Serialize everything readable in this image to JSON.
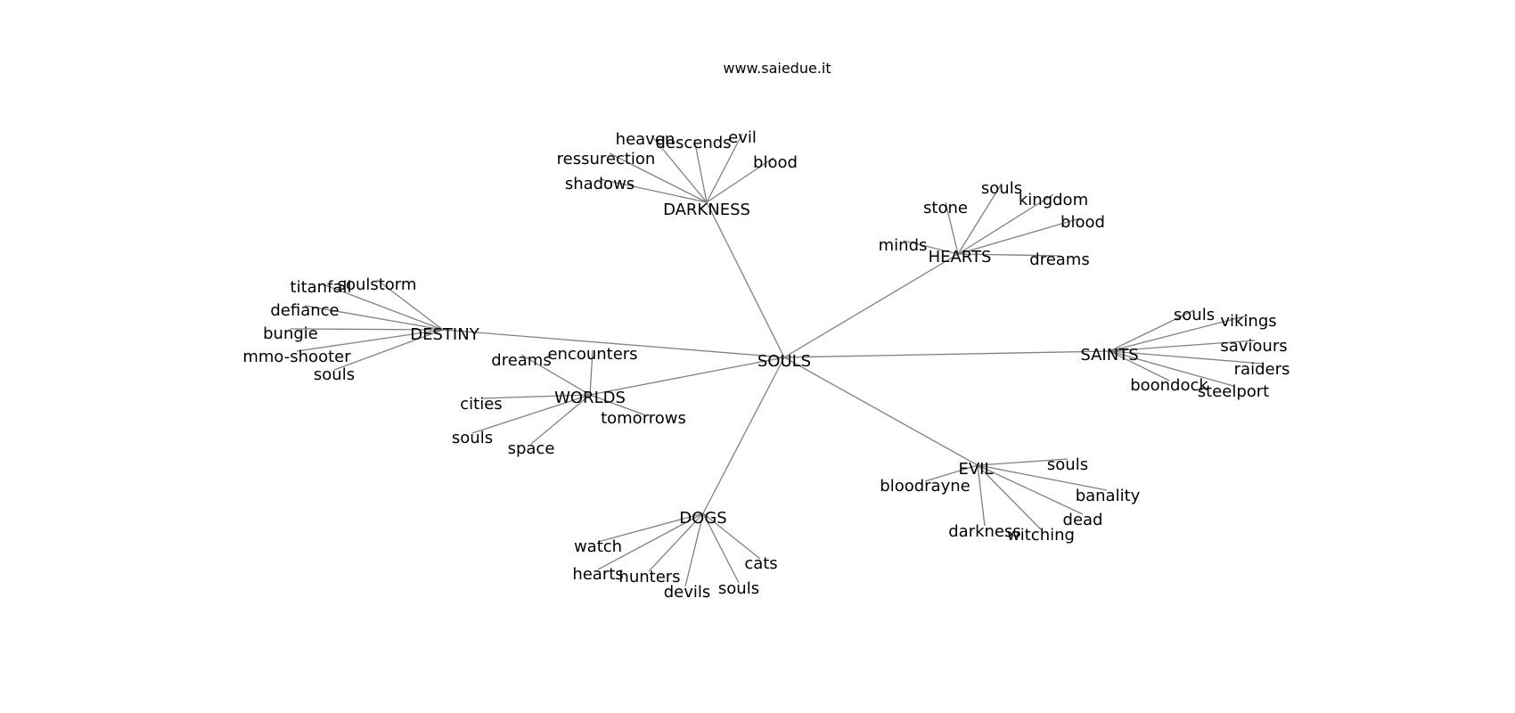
{
  "site": "www.saiedue.it",
  "style": {
    "edge_color": "#808080",
    "text_color": "#000000",
    "background": "#ffffff"
  },
  "center": "SOULS",
  "hubs": [
    {
      "id": "darkness",
      "label": "DARKNESS",
      "words": [
        "heaven",
        "descends",
        "evil",
        "ressurection",
        "blood",
        "shadows"
      ]
    },
    {
      "id": "hearts",
      "label": "HEARTS",
      "words": [
        "souls",
        "stone",
        "kingdom",
        "blood",
        "minds",
        "dreams"
      ]
    },
    {
      "id": "destiny",
      "label": "DESTINY",
      "words": [
        "titanfall",
        "soulstorm",
        "defiance",
        "bungie",
        "mmo-shooter",
        "souls"
      ]
    },
    {
      "id": "worlds",
      "label": "WORLDS",
      "words": [
        "encounters",
        "dreams",
        "cities",
        "tomorrows",
        "souls",
        "space"
      ]
    },
    {
      "id": "saints",
      "label": "SAINTS",
      "words": [
        "souls",
        "vikings",
        "saviours",
        "raiders",
        "boondock",
        "steelport"
      ]
    },
    {
      "id": "evil",
      "label": "EVIL",
      "words": [
        "souls",
        "bloodrayne",
        "banality",
        "dead",
        "darkness",
        "witching"
      ]
    },
    {
      "id": "dogs",
      "label": "DOGS",
      "words": [
        "watch",
        "cats",
        "hearts",
        "hunters",
        "souls",
        "devils"
      ]
    }
  ]
}
